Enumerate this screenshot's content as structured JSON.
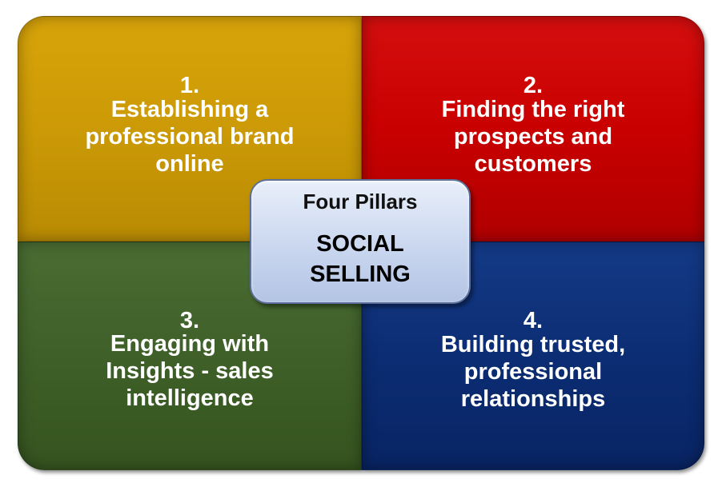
{
  "diagram": {
    "center": {
      "title": "Four Pillars",
      "subtitle": "SOCIAL\nSELLING"
    },
    "pillars": [
      {
        "number": "1.",
        "text": "Establishing a\nprofessional brand\nonline",
        "color": "#cc9a06"
      },
      {
        "number": "2.",
        "text": "Finding the right\nprospects and\ncustomers",
        "color": "#c90000"
      },
      {
        "number": "3.",
        "text": "Engaging with\nInsights  -  sales\nintelligence",
        "color": "#3f6029"
      },
      {
        "number": "4.",
        "text": "Building trusted,\nprofessional\nrelationships",
        "color": "#0c2d74"
      }
    ]
  }
}
